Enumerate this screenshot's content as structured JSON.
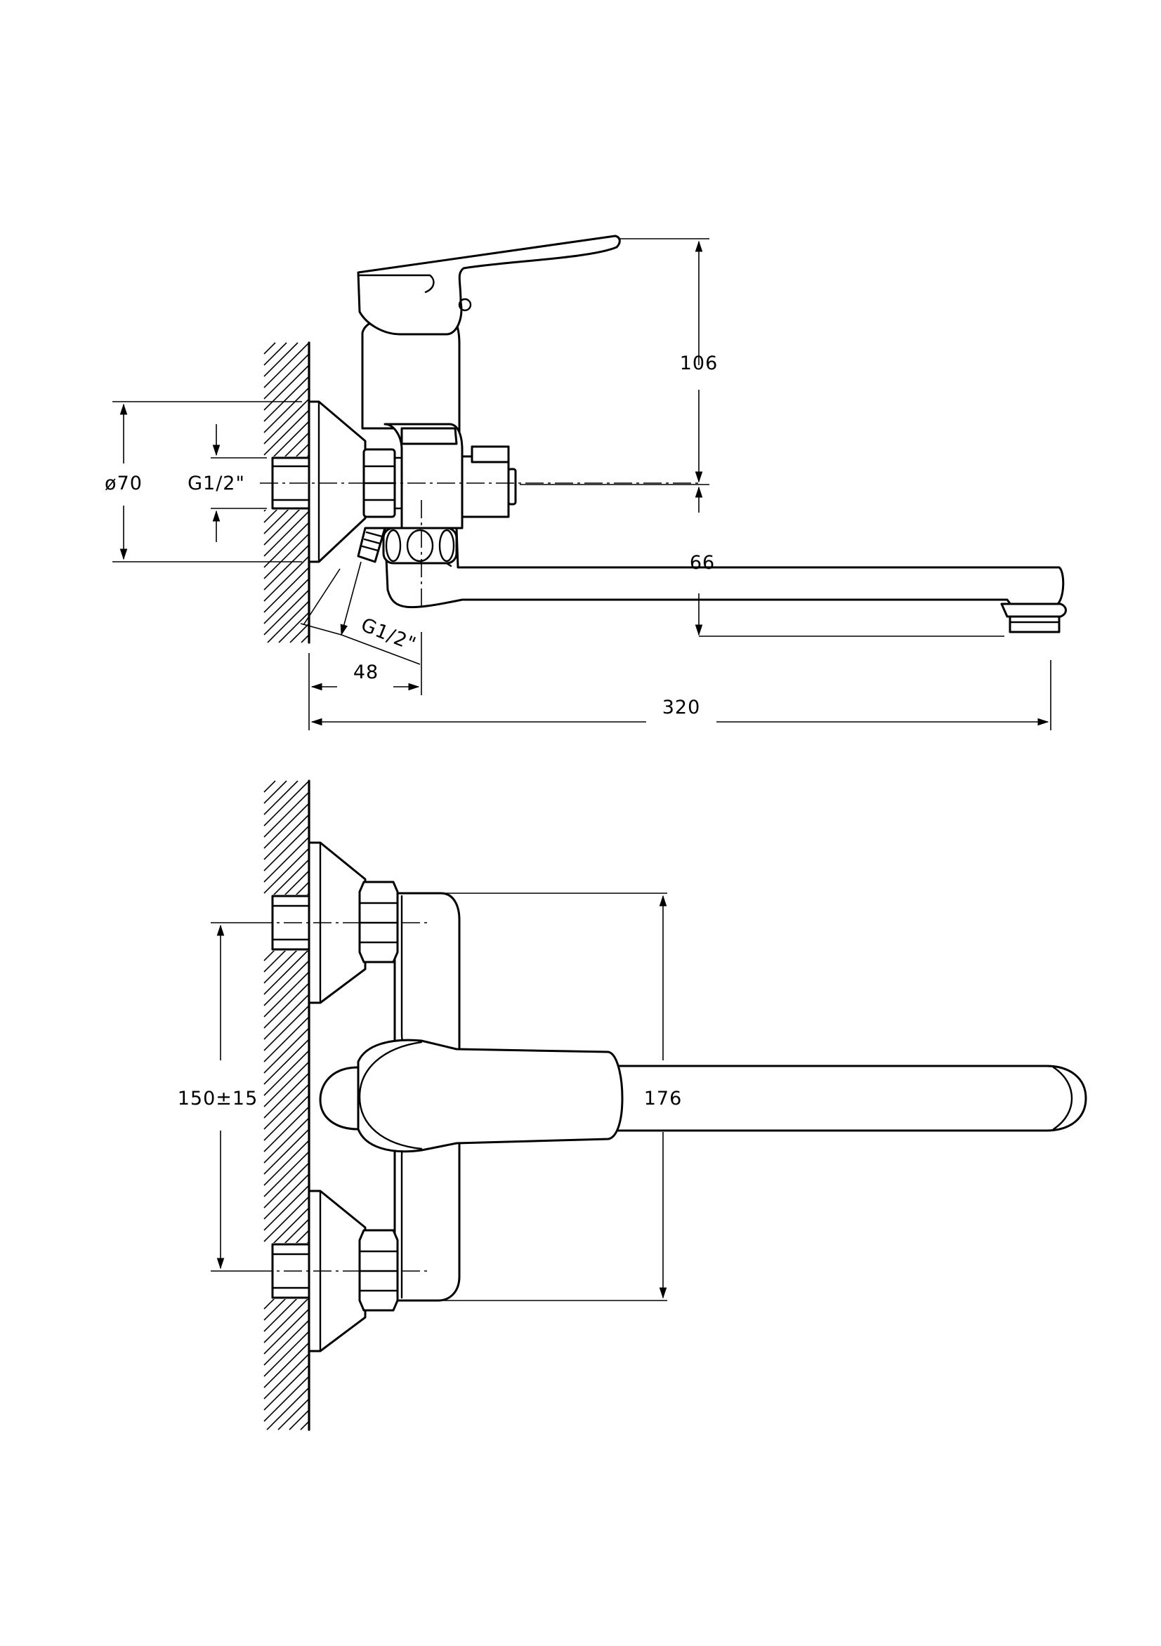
{
  "drawing": {
    "side_view": {
      "height_to_lever_top": "106",
      "spout_height": "66",
      "flange_diameter": "ø70",
      "wall_inlet_thread": "G1/2\"",
      "shower_outlet_thread": "G1/2\"",
      "wall_to_body": "48",
      "overall_projection": "320"
    },
    "top_view": {
      "inlet_spacing": "150±15",
      "body_height": "176"
    }
  }
}
